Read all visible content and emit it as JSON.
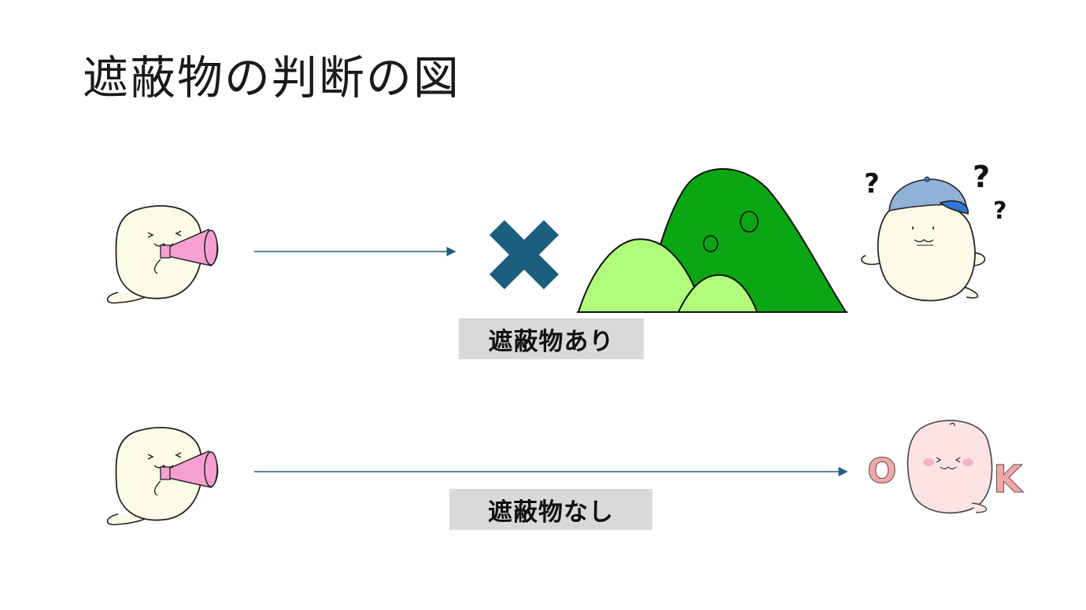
{
  "slide": {
    "title": "遮蔽物の判断の図"
  },
  "rows": [
    {
      "label": "遮蔽物あり"
    },
    {
      "label": "遮蔽物なし"
    }
  ],
  "icons": {
    "speaker": "seal-with-megaphone",
    "blocked": "cross-icon",
    "obstacle": "mountain",
    "listener_confused": "seal-with-cap-question-marks",
    "listener_ok": "pink-seal-ok",
    "question_marks": [
      "?",
      "?",
      "?"
    ],
    "ok_letters": [
      "O",
      "K"
    ]
  },
  "colors": {
    "arrow": "#1f5f80",
    "cross": "#1b5e7e",
    "mountain_dark": "#0aa614",
    "mountain_light": "#b1fc7b",
    "megaphone": "#f5a0d0",
    "seal_body": "#fbfbe8",
    "pink_seal": "#fde4e4",
    "ok_text": "#f6a6a6",
    "cap": "#8fb2d6",
    "cap_brim": "#2f78d0",
    "label_bg": "#d9d9d9"
  }
}
